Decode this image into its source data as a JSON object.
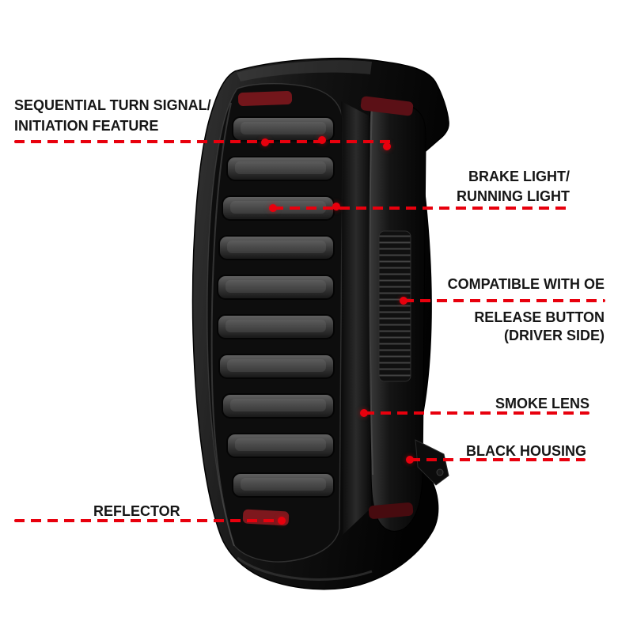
{
  "colors": {
    "background": "#ffffff",
    "callout_line": "#e8000d",
    "label_text": "#161616",
    "housing": "#0d0d0d",
    "lens_slat": "#3a3a3a",
    "reflector_red": "#73161b"
  },
  "callouts": {
    "sequential_turn_signal": {
      "line1": "SEQUENTIAL TURN SIGNAL/",
      "line2": "INITIATION FEATURE"
    },
    "brake_light": {
      "line1": "BRAKE LIGHT/",
      "line2": "RUNNING LIGHT"
    },
    "oe_release_button": {
      "line1": "COMPATIBLE WITH OE",
      "line2": "RELEASE BUTTON",
      "line3": "(DRIVER SIDE)"
    },
    "smoke_lens": {
      "line1": "SMOKE LENS"
    },
    "black_housing": {
      "line1": "BLACK HOUSING"
    },
    "reflector": {
      "line1": "REFLECTOR"
    }
  }
}
